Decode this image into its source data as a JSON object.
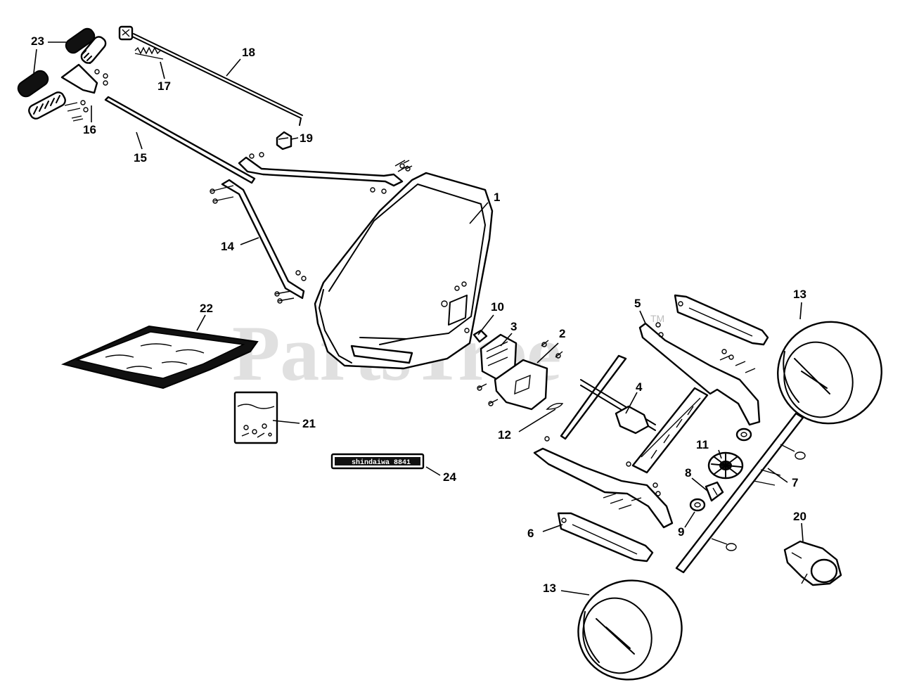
{
  "watermark": {
    "text": "PartsTree",
    "tm": "TM"
  },
  "decal_24_text": "shindaiwa 8841",
  "callouts": {
    "c1": "1",
    "c2": "2",
    "c3": "3",
    "c4": "4",
    "c5": "5",
    "c6": "6",
    "c7": "7",
    "c8": "8",
    "c9": "9",
    "c10": "10",
    "c11": "11",
    "c12": "12",
    "c13a": "13",
    "c13b": "13",
    "c14": "14",
    "c15": "15",
    "c16": "16",
    "c17": "17",
    "c18": "18",
    "c19": "19",
    "c20": "20",
    "c21": "21",
    "c22": "22",
    "c23": "23",
    "c24": "24"
  }
}
